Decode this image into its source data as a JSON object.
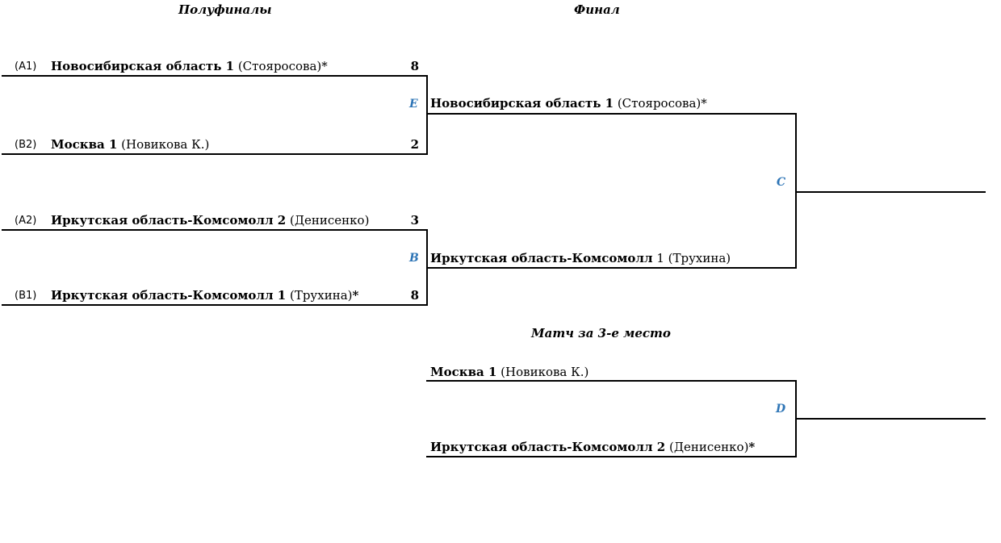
{
  "headers": {
    "semifinals": "Полуфиналы",
    "final": "Финал",
    "third_place": "Матч за 3-е место"
  },
  "semifinals": [
    {
      "match_label": "E",
      "slots": [
        {
          "seed": "(A1)",
          "team": "Новосибирская область 1",
          "player": "(Стояросова)*",
          "score": "8"
        },
        {
          "seed": "(B2)",
          "team": "Москва 1",
          "player": "(Новикова К.)",
          "score": "2"
        }
      ]
    },
    {
      "match_label": "B",
      "slots": [
        {
          "seed": "(A2)",
          "team": "Иркутская область-Комсомолл 2",
          "player": "(Денисенко)",
          "score": "3"
        },
        {
          "seed": "(B1)",
          "team": "Иркутская область-Комсомолл 1",
          "player": "(Трухина)",
          "mark": "*",
          "score": "8"
        }
      ]
    }
  ],
  "final": {
    "match_label": "C",
    "slots": [
      {
        "team": "Новосибирская область 1",
        "player": "(Стояросова)*"
      },
      {
        "team": "Иркутская область-Комсомолл",
        "player": "1 (Трухина)"
      }
    ]
  },
  "third_place": {
    "match_label": "D",
    "slots": [
      {
        "team": "Москва 1",
        "player": "(Новикова К.)"
      },
      {
        "team": "Иркутская область-Комсомолл 2",
        "player": "(Денисенко)",
        "mark": "*"
      }
    ]
  }
}
